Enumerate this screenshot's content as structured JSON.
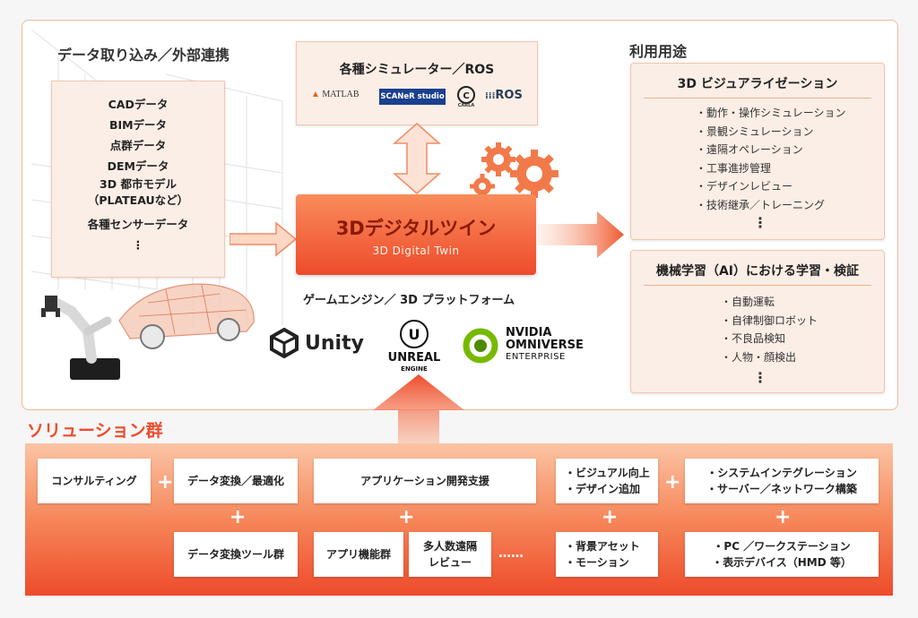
{
  "sections": {
    "import": "データ取り込み／外部連携",
    "usage": "利用用途",
    "solutions": "ソリューション群",
    "engines": "ゲームエンジン／ 3D プラットフォーム"
  },
  "data_sources": [
    "CADデータ",
    "BIMデータ",
    "点群データ",
    "DEMデータ",
    "3D 都市モデル",
    "（PLATEAUなど）",
    "各種センサーデータ",
    "⋮"
  ],
  "simulators": {
    "title": "各種シミュレーター／ROS",
    "logos": [
      "MATLAB",
      "SCANeR studio",
      "CARLA",
      "ROS"
    ]
  },
  "digital_twin": {
    "title": "3Dデジタルツイン",
    "subtitle": "3D Digital Twin"
  },
  "engine_logos": {
    "unity": "Unity",
    "unreal_1": "UNREAL",
    "unreal_2": "ENGINE",
    "nvidia_1": "NVIDIA",
    "nvidia_2": "OMNIVERSE",
    "nvidia_3": "ENTERPRISE"
  },
  "usage_visual": {
    "title": "3D ビジュアライゼーション",
    "items": [
      "・動作・操作シミュレーション",
      "・景観シミュレーション",
      "・遠隔オペレーション",
      "・工事進捗管理",
      "・デザインレビュー",
      "・技術継承／トレーニング"
    ],
    "more": "⋮"
  },
  "usage_ml": {
    "title": "機械学習（AI）における学習・検証",
    "items": [
      "・自動運転",
      "・自律制御ロボット",
      "・不良品検知",
      "・人物・顔検出"
    ],
    "more": "⋮"
  },
  "solution_cards": {
    "consulting": "コンサルティング",
    "data_convert": "データ変換／最適化",
    "data_tools": "データ変換ツール群",
    "app_dev": "アプリケーション開発支援",
    "app_features": "アプリ機能群",
    "multi_review_1": "多人数遠隔",
    "multi_review_2": "レビュー",
    "ellipsis": "……",
    "visual_1": "・ビジュアル向上",
    "visual_2": "・デザイン追加",
    "assets_1": "・背景アセット",
    "assets_2": "・モーション",
    "system_1": "・システムインテグレーション",
    "system_2": "・サーバー／ネットワーク構築",
    "pc_1": "・PC ／ワークステーション",
    "pc_2": "・表示デバイス（HMD 等）"
  },
  "plus": "+",
  "colors": {
    "accent": "#ee4b2b",
    "accent_light": "#f98c5b",
    "box_fill": "#fbeee6",
    "box_border": "#f2c7ae"
  }
}
